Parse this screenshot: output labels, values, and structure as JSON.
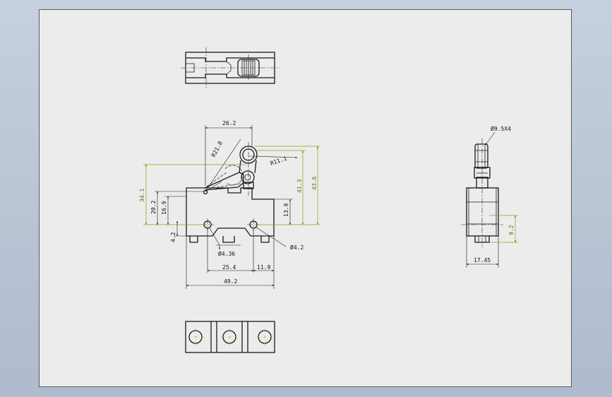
{
  "window": {
    "background": "#b7c3d3",
    "sheet_color": "#ececec"
  },
  "colors": {
    "geometry": "#1a1a1a",
    "dimension_highlight": "#9a9a1a"
  },
  "dimensions": {
    "top_26_2": "26.2",
    "r_21_8": "R21.8",
    "r_11_1": "R11.1",
    "d_34_1": "34.1",
    "d_20_2": "20.2",
    "d_16_9": "16.9",
    "d_4_2": "4.2",
    "d_41_3": "41.3",
    "d_43_6": "43.6",
    "d_13_9": "13.9",
    "dia_4_36": "Ø4.36",
    "dia_4_2": "Ø4.2",
    "d_25_4": "25.4",
    "d_11_9": "11.9",
    "d_49_2": "49.2",
    "dia_9_5x4": "Ø9.5X4",
    "d_17_45": "17.45",
    "d_9_2": "9.2"
  }
}
